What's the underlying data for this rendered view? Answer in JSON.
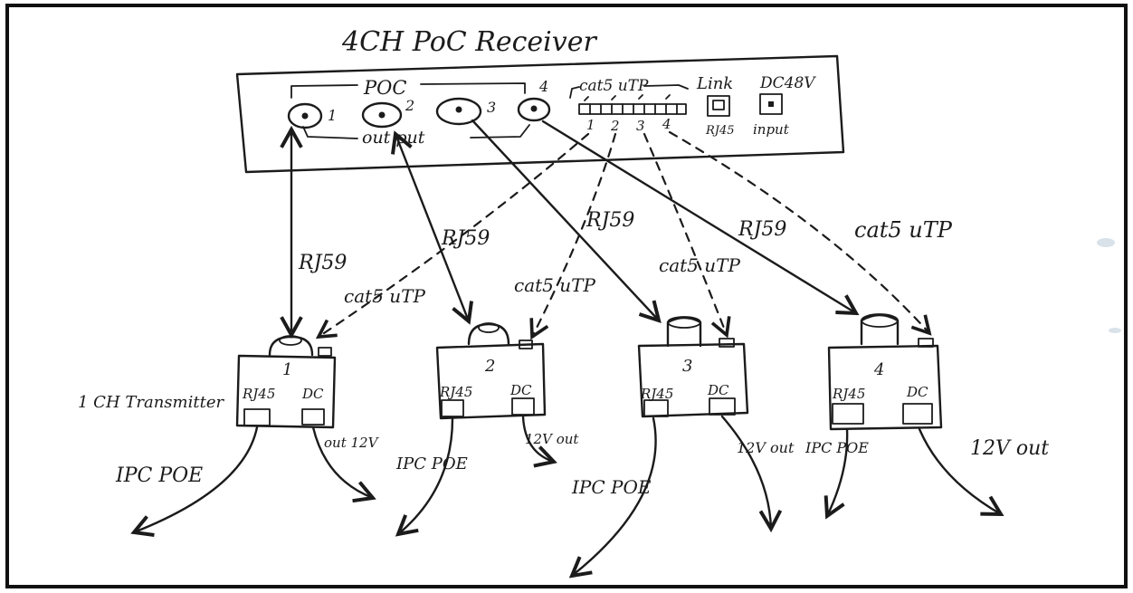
{
  "receiver": {
    "title": "4CH PoC Receiver",
    "poc_label": "POC",
    "output_label": "out put",
    "port_numbers": [
      "1",
      "2",
      "3",
      "4"
    ],
    "cat5_header": "cat5 uTP",
    "cat5_port_numbers": [
      "1",
      "2",
      "3",
      "4"
    ],
    "link_label": "Link",
    "rj45_label": "RJ45",
    "dc_label": "DC48V",
    "input_label": "input"
  },
  "cables": {
    "coax_label": "RJ59",
    "utp_label": "cat5 uTP"
  },
  "transmitters": {
    "row_label": "1 CH Transmitter",
    "units": [
      {
        "number": "1",
        "rj45": "RJ45",
        "dc": "DC",
        "rj45_out": "IPC POE",
        "dc_out": "out 12V"
      },
      {
        "number": "2",
        "rj45": "RJ45",
        "dc": "DC",
        "rj45_out": "IPC POE",
        "dc_out": "12V out"
      },
      {
        "number": "3",
        "rj45": "RJ45",
        "dc": "DC",
        "rj45_out": "IPC POE",
        "dc_out": "12V out"
      },
      {
        "number": "4",
        "rj45": "RJ45",
        "dc": "DC",
        "rj45_out": "IPC POE",
        "dc_out": "12V out"
      }
    ]
  },
  "colors": {
    "ink": "#1b1b1b",
    "paper": "#ffffff",
    "frame": "#111111"
  }
}
